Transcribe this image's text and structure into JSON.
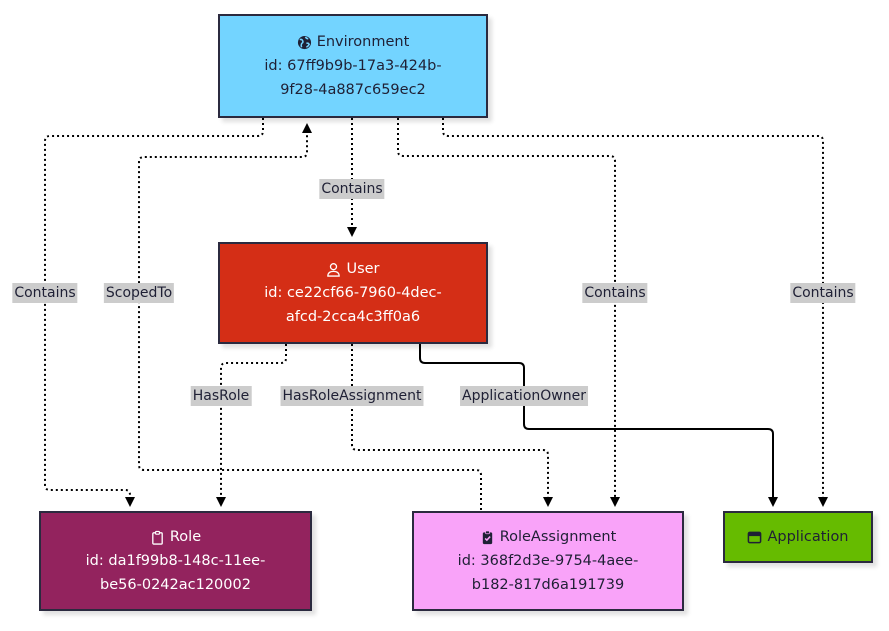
{
  "nodes": {
    "environment": {
      "label": "Environment",
      "id_line1": "id: 67ff9b9b-17a3-424b-",
      "id_line2": "9f28-4a887c659ec2",
      "icon": "globe-icon",
      "color": "#73d4ff",
      "text_color": "#1f2035"
    },
    "user": {
      "label": "User",
      "id_line1": "id: ce22cf66-7960-4dec-",
      "id_line2": "afcd-2cca4c3ff0a6",
      "icon": "user-icon",
      "color": "#d42e16",
      "text_color": "#ffffff"
    },
    "role": {
      "label": "Role",
      "id_line1": "id: da1f99b8-148c-11ee-",
      "id_line2": "be56-0242ac120002",
      "icon": "clipboard-icon",
      "color": "#93235e",
      "text_color": "#ffffff"
    },
    "role_assignment": {
      "label": "RoleAssignment",
      "id_line1": "id: 368f2d3e-9754-4aee-",
      "id_line2": "b182-817d6a191739",
      "icon": "clipboard-check-icon",
      "color": "#f9a3f9",
      "text_color": "#1f2035"
    },
    "application": {
      "label": "Application",
      "icon": "window-icon",
      "color": "#66bb00",
      "text_color": "#1f2035"
    }
  },
  "edges": [
    {
      "from": "Environment",
      "to": "User",
      "label": "Contains",
      "style": "dotted"
    },
    {
      "from": "Environment",
      "to": "Role",
      "label": "Contains",
      "style": "dotted"
    },
    {
      "from": "RoleAssignment",
      "to": "Environment",
      "label": "ScopedTo",
      "style": "dotted"
    },
    {
      "from": "Environment",
      "to": "RoleAssignment",
      "label": "Contains",
      "style": "dotted"
    },
    {
      "from": "Environment",
      "to": "Application",
      "label": "Contains",
      "style": "dotted"
    },
    {
      "from": "User",
      "to": "Role",
      "label": "HasRole",
      "style": "dotted"
    },
    {
      "from": "User",
      "to": "RoleAssignment",
      "label": "HasRoleAssignment",
      "style": "dotted"
    },
    {
      "from": "User",
      "to": "Application",
      "label": "ApplicationOwner",
      "style": "solid"
    }
  ]
}
